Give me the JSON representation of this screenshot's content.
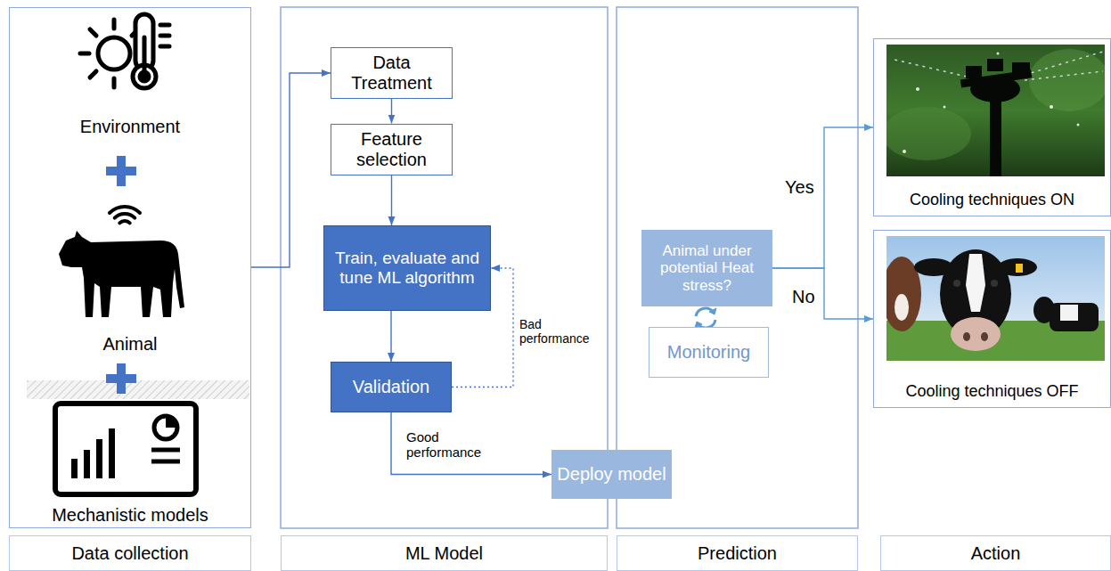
{
  "diagram": {
    "nodes": [
      {
        "text": [
          "Environment",
          "Animal",
          "Mechanistic models"
        ]
      },
      {
        "text": [
          "Data Treatment"
        ]
      },
      {
        "text": [
          "Feature selection"
        ]
      },
      {
        "text": [
          "Train, evaluate and tune ML algorithm"
        ]
      },
      {
        "text": [
          "Validation"
        ]
      },
      {
        "text": [
          "Deploy model"
        ]
      },
      {
        "text": [
          "Animal under potential Heat stress?"
        ]
      },
      {
        "text": [
          "Monitoring"
        ]
      },
      {
        "text": [
          "Cooling techniques ON"
        ]
      },
      {
        "text": [
          "Cooling techniques OFF"
        ]
      },
      {
        "text": [
          "Data collection"
        ]
      },
      {
        "text": [
          "ML Model"
        ]
      },
      {
        "text": [
          "Prediction"
        ]
      },
      {
        "text": [
          "Action"
        ]
      }
    ],
    "edges": [
      {
        "from": 0,
        "to": 1,
        "arrow": "to"
      },
      {
        "from": 1,
        "to": 2,
        "arrow": "to"
      },
      {
        "from": 2,
        "to": 3,
        "arrow": "to"
      },
      {
        "from": 3,
        "to": 4,
        "arrow": "to"
      },
      {
        "from": 4,
        "to": 3,
        "label": "Bad performance",
        "arrow": "to"
      },
      {
        "from": 4,
        "to": 5,
        "label": "Good performance",
        "arrow": "to"
      },
      {
        "from": 6,
        "to": 8,
        "label": "Yes",
        "arrow": "to"
      },
      {
        "from": 6,
        "to": 9,
        "label": "No",
        "arrow": "to"
      }
    ]
  }
}
